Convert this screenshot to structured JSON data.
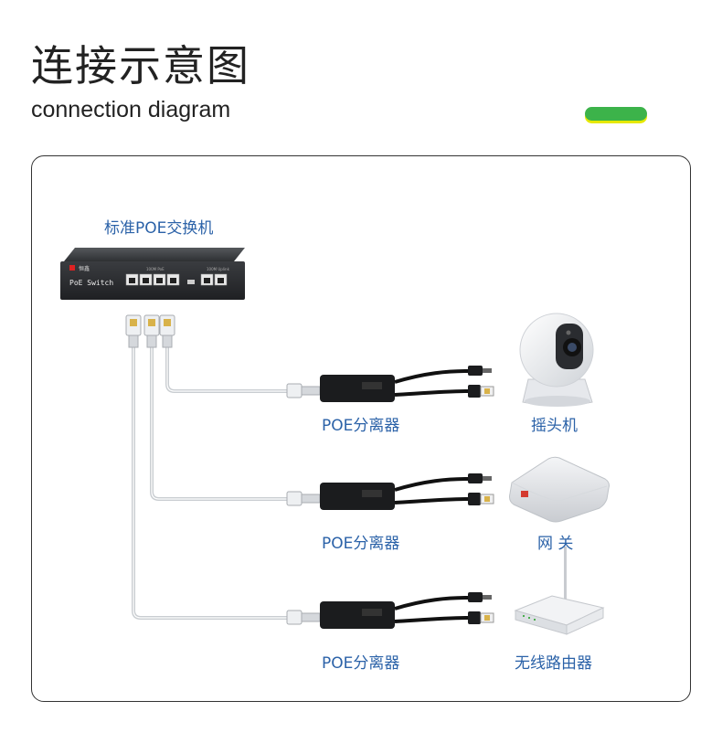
{
  "header": {
    "title_cn": "连接示意图",
    "title_en": "connection diagram",
    "accent_color": "#3cb34a"
  },
  "switch": {
    "label": "标准POE交换机",
    "brand_text": "恒鑫",
    "model_text": "PoE Switch",
    "poe_ports_caption": "100M PoE",
    "uplink_caption": "100M Uplink"
  },
  "rows": [
    {
      "splitter_label": "POE分离器",
      "device_label": "摇头机",
      "device_icon": "ptz-camera-icon"
    },
    {
      "splitter_label": "POE分离器",
      "device_label": "网 关",
      "device_icon": "gateway-icon"
    },
    {
      "splitter_label": "POE分离器",
      "device_label": "无线路由器",
      "device_icon": "wireless-router-icon"
    }
  ],
  "label_color": "#2b62a8"
}
